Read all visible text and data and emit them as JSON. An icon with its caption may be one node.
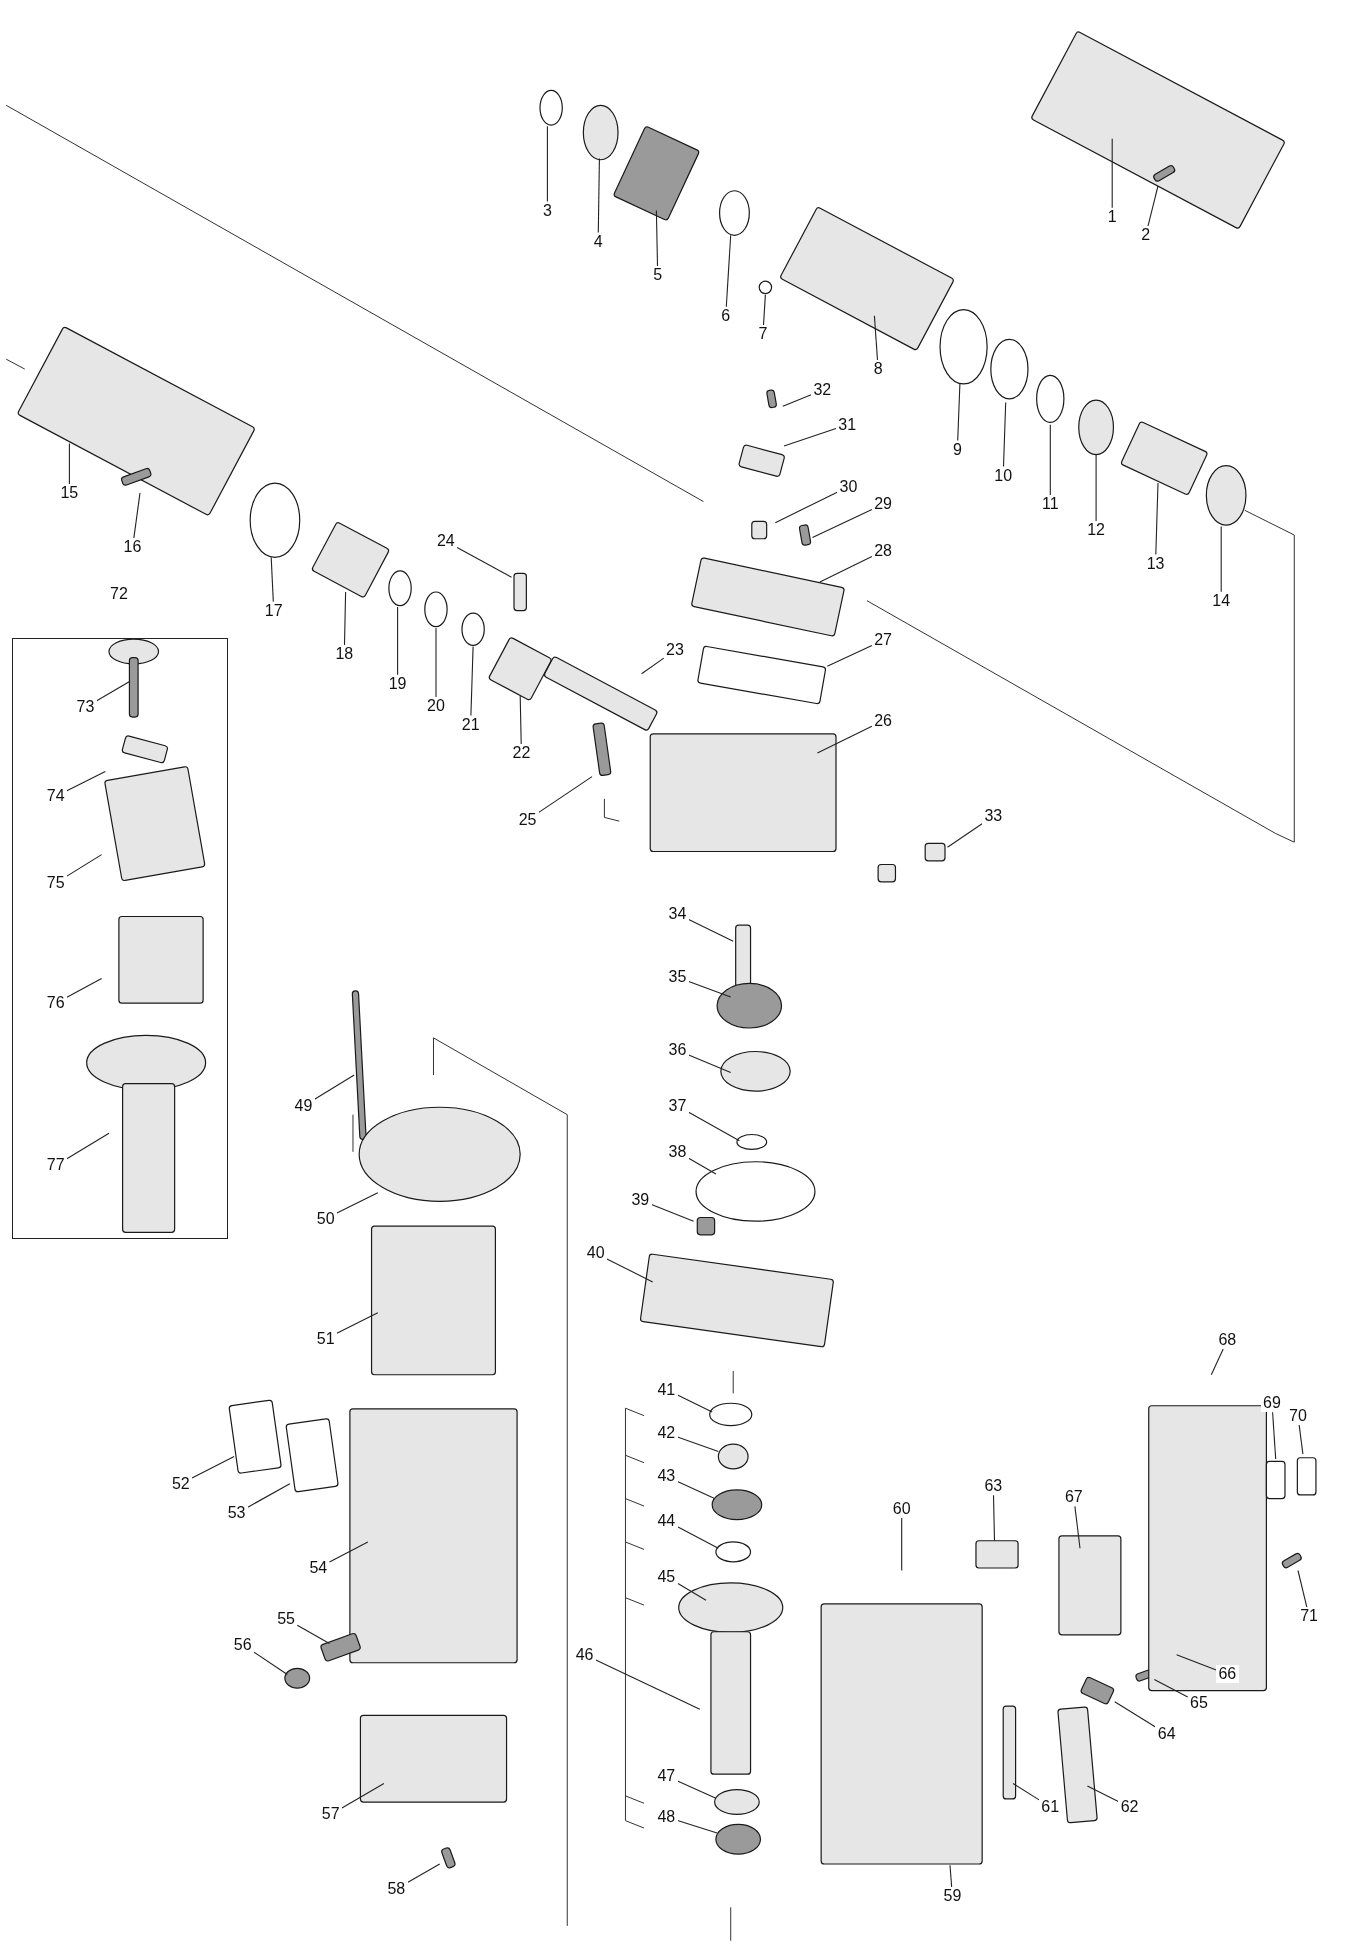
{
  "diagram": {
    "nodes": [
      {
        "text": [
          "1"
        ]
      },
      {
        "text": [
          "2"
        ]
      },
      {
        "text": [
          "3"
        ]
      },
      {
        "text": [
          "4"
        ]
      },
      {
        "text": [
          "5"
        ]
      },
      {
        "text": [
          "6"
        ]
      },
      {
        "text": [
          "7"
        ]
      },
      {
        "text": [
          "8"
        ]
      },
      {
        "text": [
          "9"
        ]
      },
      {
        "text": [
          "10"
        ]
      },
      {
        "text": [
          "11"
        ]
      },
      {
        "text": [
          "12"
        ]
      },
      {
        "text": [
          "13"
        ]
      },
      {
        "text": [
          "14"
        ]
      },
      {
        "text": [
          "15"
        ]
      },
      {
        "text": [
          "16"
        ]
      },
      {
        "text": [
          "17"
        ]
      },
      {
        "text": [
          "18"
        ]
      },
      {
        "text": [
          "19"
        ]
      },
      {
        "text": [
          "20"
        ]
      },
      {
        "text": [
          "21"
        ]
      },
      {
        "text": [
          "22"
        ]
      },
      {
        "text": [
          "23"
        ]
      },
      {
        "text": [
          "24"
        ]
      },
      {
        "text": [
          "25"
        ]
      },
      {
        "text": [
          "26"
        ]
      },
      {
        "text": [
          "27"
        ]
      },
      {
        "text": [
          "28"
        ]
      },
      {
        "text": [
          "29"
        ]
      },
      {
        "text": [
          "30"
        ]
      },
      {
        "text": [
          "31"
        ]
      },
      {
        "text": [
          "32"
        ]
      },
      {
        "text": [
          "33"
        ]
      },
      {
        "text": [
          "34"
        ]
      },
      {
        "text": [
          "35"
        ]
      },
      {
        "text": [
          "36"
        ]
      },
      {
        "text": [
          "37"
        ]
      },
      {
        "text": [
          "38"
        ]
      },
      {
        "text": [
          "39"
        ]
      },
      {
        "text": [
          "40"
        ]
      },
      {
        "text": [
          "41"
        ]
      },
      {
        "text": [
          "42"
        ]
      },
      {
        "text": [
          "43"
        ]
      },
      {
        "text": [
          "44"
        ]
      },
      {
        "text": [
          "45"
        ]
      },
      {
        "text": [
          "46"
        ]
      },
      {
        "text": [
          "47"
        ]
      },
      {
        "text": [
          "48"
        ]
      },
      {
        "text": [
          "49"
        ]
      },
      {
        "text": [
          "50"
        ]
      },
      {
        "text": [
          "51"
        ]
      },
      {
        "text": [
          "52"
        ]
      },
      {
        "text": [
          "53"
        ]
      },
      {
        "text": [
          "54"
        ]
      },
      {
        "text": [
          "55"
        ]
      },
      {
        "text": [
          "56"
        ]
      },
      {
        "text": [
          "57"
        ]
      },
      {
        "text": [
          "58"
        ]
      },
      {
        "text": [
          "59"
        ]
      },
      {
        "text": [
          "60"
        ]
      },
      {
        "text": [
          "61"
        ]
      },
      {
        "text": [
          "62"
        ]
      },
      {
        "text": [
          "63"
        ]
      },
      {
        "text": [
          "64"
        ]
      },
      {
        "text": [
          "65"
        ]
      },
      {
        "text": [
          "66"
        ]
      },
      {
        "text": [
          "67"
        ]
      },
      {
        "text": [
          "68"
        ]
      },
      {
        "text": [
          "69"
        ]
      },
      {
        "text": [
          "70"
        ]
      },
      {
        "text": [
          "71"
        ]
      },
      {
        "text": [
          "72"
        ]
      },
      {
        "text": [
          "73"
        ],
        "in": 71
      },
      {
        "text": [
          "74"
        ],
        "in": 71
      },
      {
        "text": [
          "75"
        ],
        "in": 71
      },
      {
        "text": [
          "76"
        ],
        "in": 71
      },
      {
        "text": [
          "77"
        ],
        "in": 71
      }
    ],
    "edges": [
      {
        "from": 0,
        "to": null,
        "arrow": "none"
      },
      {
        "from": 1,
        "to": null,
        "arrow": "none"
      },
      {
        "from": 2,
        "to": null,
        "arrow": "none"
      },
      {
        "from": 3,
        "to": null,
        "arrow": "none"
      },
      {
        "from": 4,
        "to": null,
        "arrow": "none"
      },
      {
        "from": 5,
        "to": null,
        "arrow": "none"
      },
      {
        "from": 6,
        "to": null,
        "arrow": "none"
      },
      {
        "from": 7,
        "to": null,
        "arrow": "none"
      },
      {
        "from": 8,
        "to": null,
        "arrow": "none"
      },
      {
        "from": 9,
        "to": null,
        "arrow": "none"
      },
      {
        "from": 10,
        "to": null,
        "arrow": "none"
      },
      {
        "from": 11,
        "to": null,
        "arrow": "none"
      },
      {
        "from": 12,
        "to": null,
        "arrow": "none"
      },
      {
        "from": 13,
        "to": null,
        "arrow": "none"
      },
      {
        "from": 14,
        "to": null,
        "arrow": "none"
      },
      {
        "from": 15,
        "to": null,
        "arrow": "none"
      },
      {
        "from": 16,
        "to": null,
        "arrow": "none"
      },
      {
        "from": 17,
        "to": null,
        "arrow": "none"
      },
      {
        "from": 18,
        "to": null,
        "arrow": "none"
      },
      {
        "from": 19,
        "to": null,
        "arrow": "none"
      },
      {
        "from": 20,
        "to": null,
        "arrow": "none"
      },
      {
        "from": 21,
        "to": null,
        "arrow": "none"
      },
      {
        "from": 22,
        "to": null,
        "arrow": "none"
      },
      {
        "from": 23,
        "to": null,
        "arrow": "none"
      },
      {
        "from": 24,
        "to": null,
        "arrow": "none"
      },
      {
        "from": 25,
        "to": null,
        "arrow": "none"
      },
      {
        "from": 26,
        "to": null,
        "arrow": "none"
      },
      {
        "from": 27,
        "to": null,
        "arrow": "none"
      },
      {
        "from": 28,
        "to": null,
        "arrow": "none"
      },
      {
        "from": 29,
        "to": null,
        "arrow": "none"
      },
      {
        "from": 30,
        "to": null,
        "arrow": "none"
      },
      {
        "from": 31,
        "to": null,
        "arrow": "none"
      },
      {
        "from": 32,
        "to": null,
        "arrow": "none"
      },
      {
        "from": 33,
        "to": null,
        "arrow": "none"
      },
      {
        "from": 34,
        "to": null,
        "arrow": "none"
      },
      {
        "from": 35,
        "to": null,
        "arrow": "none"
      },
      {
        "from": 36,
        "to": null,
        "arrow": "none"
      },
      {
        "from": 37,
        "to": null,
        "arrow": "none"
      },
      {
        "from": 38,
        "to": null,
        "arrow": "none"
      },
      {
        "from": 39,
        "to": null,
        "arrow": "none"
      },
      {
        "from": 40,
        "to": null,
        "arrow": "none"
      },
      {
        "from": 41,
        "to": null,
        "arrow": "none"
      },
      {
        "from": 42,
        "to": null,
        "arrow": "none"
      },
      {
        "from": 43,
        "to": null,
        "arrow": "none"
      },
      {
        "from": 44,
        "to": null,
        "arrow": "none"
      },
      {
        "from": 45,
        "to": null,
        "arrow": "none"
      },
      {
        "from": 46,
        "to": null,
        "arrow": "none"
      },
      {
        "from": 47,
        "to": null,
        "arrow": "none"
      },
      {
        "from": 48,
        "to": null,
        "arrow": "none"
      },
      {
        "from": 49,
        "to": null,
        "arrow": "none"
      },
      {
        "from": 50,
        "to": null,
        "arrow": "none"
      },
      {
        "from": 51,
        "to": null,
        "arrow": "none"
      },
      {
        "from": 52,
        "to": null,
        "arrow": "none"
      },
      {
        "from": 53,
        "to": null,
        "arrow": "none"
      },
      {
        "from": 54,
        "to": null,
        "arrow": "none"
      },
      {
        "from": 55,
        "to": null,
        "arrow": "none"
      },
      {
        "from": 56,
        "to": null,
        "arrow": "none"
      },
      {
        "from": 57,
        "to": null,
        "arrow": "none"
      },
      {
        "from": 58,
        "to": null,
        "arrow": "none"
      },
      {
        "from": 59,
        "to": null,
        "arrow": "none"
      },
      {
        "from": 60,
        "to": null,
        "arrow": "none"
      },
      {
        "from": 61,
        "to": null,
        "arrow": "none"
      },
      {
        "from": 62,
        "to": null,
        "arrow": "none"
      },
      {
        "from": 63,
        "to": null,
        "arrow": "none"
      },
      {
        "from": 64,
        "to": null,
        "arrow": "none"
      },
      {
        "from": 65,
        "to": null,
        "arrow": "none"
      },
      {
        "from": 66,
        "to": null,
        "arrow": "none"
      },
      {
        "from": 67,
        "to": null,
        "arrow": "none"
      },
      {
        "from": 68,
        "to": null,
        "arrow": "none"
      },
      {
        "from": 69,
        "to": null,
        "arrow": "none"
      },
      {
        "from": 70,
        "to": null,
        "arrow": "none"
      },
      {
        "from": 72,
        "to": null,
        "arrow": "none"
      },
      {
        "from": 73,
        "to": null,
        "arrow": "none"
      },
      {
        "from": 74,
        "to": null,
        "arrow": "none"
      },
      {
        "from": 75,
        "to": null,
        "arrow": "none"
      },
      {
        "from": 76,
        "to": null,
        "arrow": "none"
      }
    ]
  }
}
